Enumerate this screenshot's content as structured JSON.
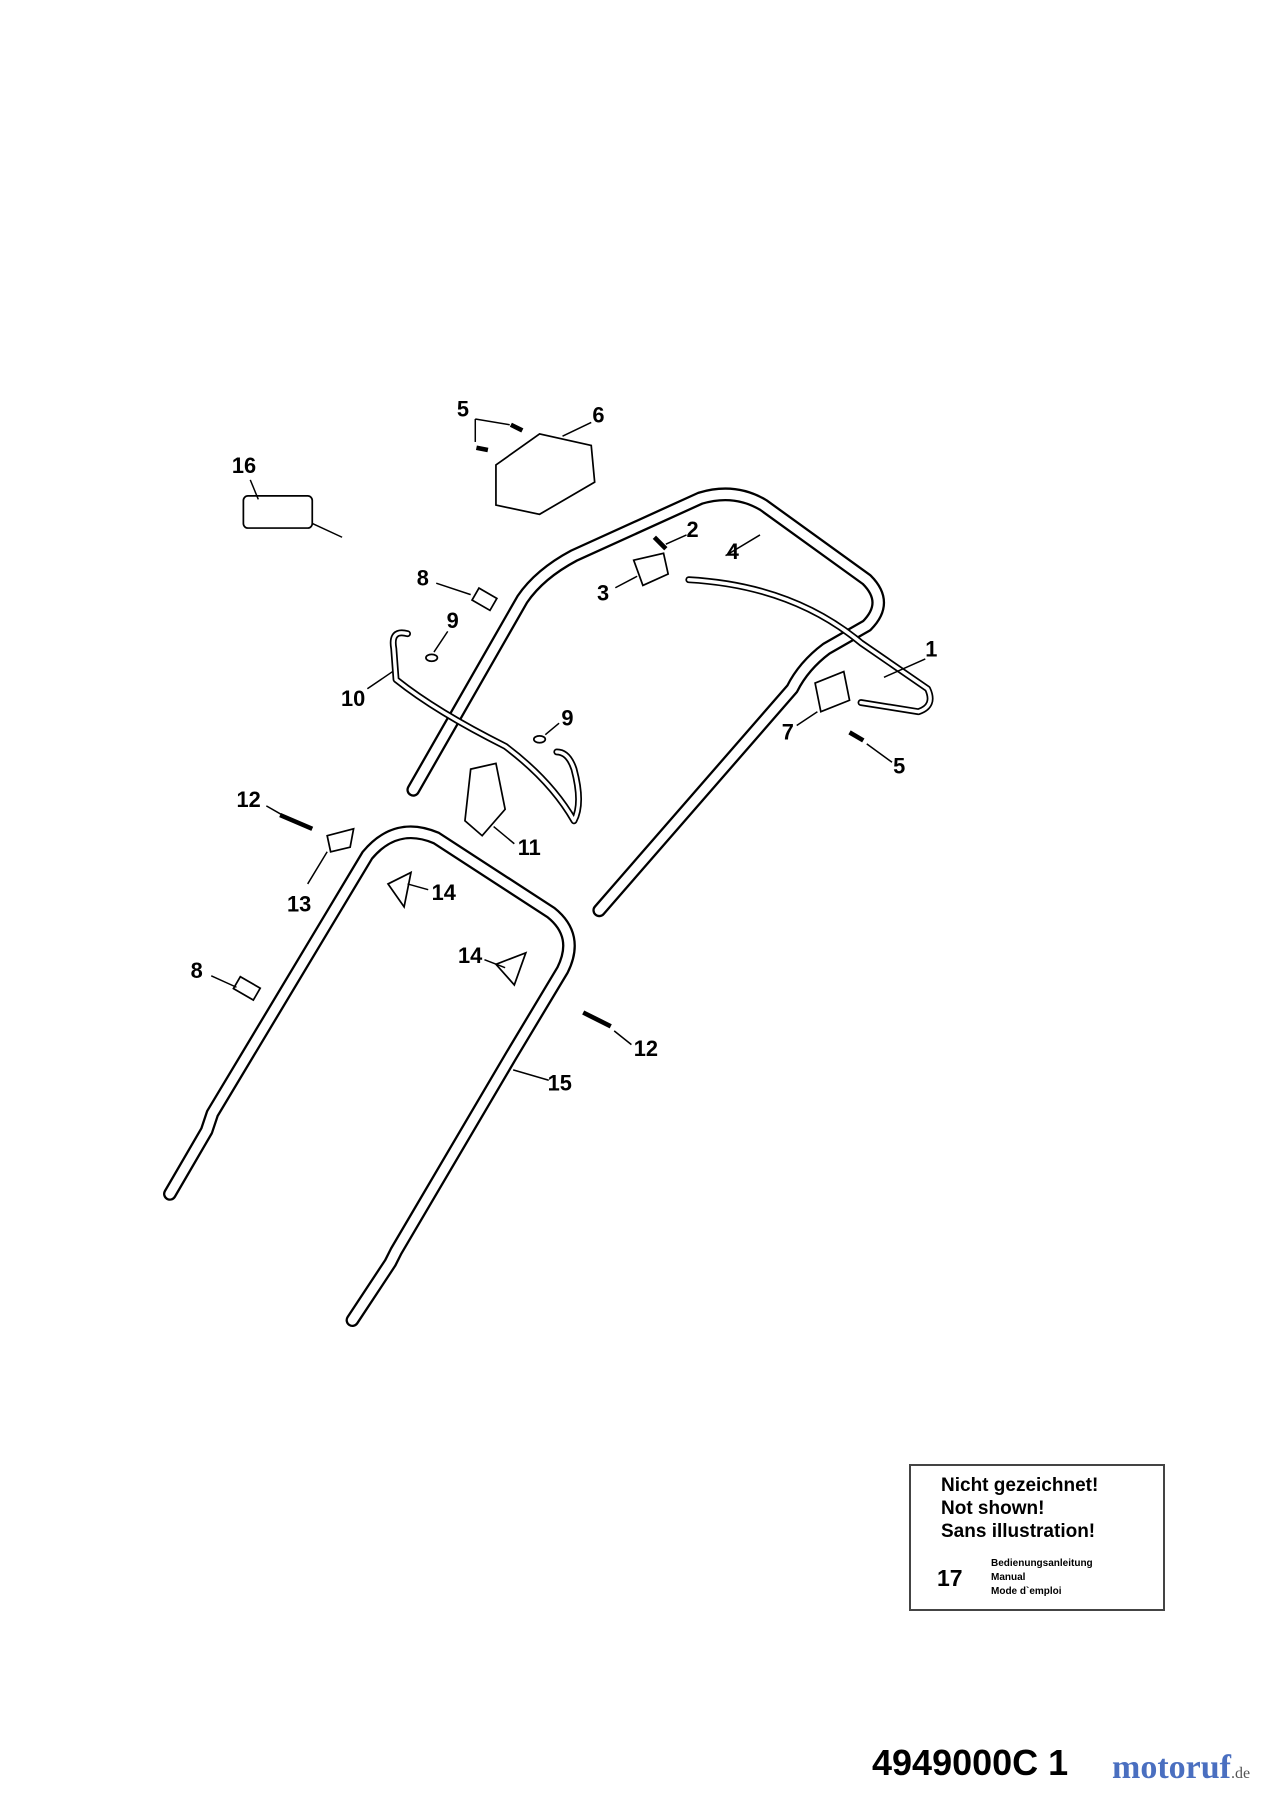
{
  "diagram": {
    "part_labels": [
      "1",
      "2",
      "3",
      "4",
      "5",
      "6",
      "5",
      "7",
      "8",
      "9",
      "10",
      "9",
      "11",
      "12",
      "13",
      "14",
      "14",
      "8",
      "12",
      "15",
      "16"
    ]
  },
  "note": {
    "line1": "Nicht gezeichnet!",
    "line2": "Not shown!",
    "line3": "Sans illustration!",
    "item_number": "17",
    "item_de": "Bedienungsanleitung",
    "item_en": "Manual",
    "item_fr": "Mode d`emploi"
  },
  "drawing_number": "4949000C 1",
  "watermark": {
    "text": "motoruf",
    "suffix": ".de"
  },
  "colors": {
    "line": "#000000",
    "background": "#ffffff"
  }
}
